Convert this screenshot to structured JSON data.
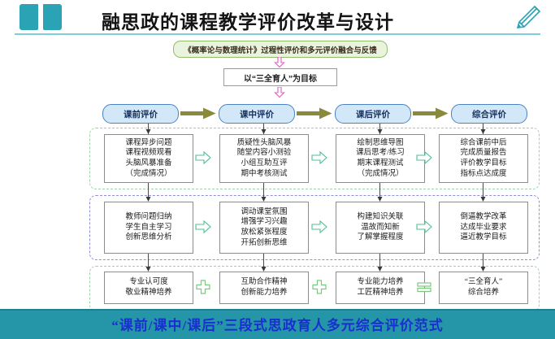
{
  "header": {
    "title": "融思政的课程教学评价改革与设计",
    "book_icon": "open-book-icon",
    "pencil_icon": "pencil-icon",
    "accent_color": "#2aa3b5",
    "rule_color": "#7fcdda"
  },
  "top": {
    "callout_green": "《概率论与数理统计》过程性评价和多元评价融合与反馈",
    "callout_white": "以“三全育人”为目标",
    "arrow_color": "#e05fc0"
  },
  "stages": {
    "items": [
      {
        "label": "课前评价"
      },
      {
        "label": "课中评价"
      },
      {
        "label": "课后评价"
      },
      {
        "label": "综合评价"
      }
    ],
    "arrow_color": "#8a8a3c",
    "pill_fill": "#d2e7f7",
    "pill_border": "#4a82c4"
  },
  "rows": [
    {
      "band_color": "#9fd2ac",
      "connector": "arrow-right",
      "boxes": [
        {
          "lines": [
            "课程异步问题",
            "课程视频观看",
            "头脑风暴准备",
            "（完成情况）"
          ]
        },
        {
          "lines": [
            "质疑性头脑风暴",
            "随堂内容小测验",
            "小组互助互评",
            "期中考核测试"
          ]
        },
        {
          "lines": [
            "绘制思维导图",
            "课后思考/练习",
            "期末课程测试",
            "（完成情况）"
          ]
        },
        {
          "lines": [
            "综合课前中后",
            "完成质量报告",
            "评价教学目标",
            "指标点达成度"
          ]
        }
      ]
    },
    {
      "band_color": "#8e8fd8",
      "connector": "arrow-right",
      "boxes": [
        {
          "lines": [
            "教师问题归纳",
            "学生自主学习",
            "创新思维分析"
          ]
        },
        {
          "lines": [
            "调动课堂氛围",
            "增强学习兴趣",
            "放松紧张程度",
            "开拓创新思维"
          ]
        },
        {
          "lines": [
            "构建知识关联",
            "温故而知新",
            "了解掌握程度"
          ]
        },
        {
          "lines": [
            "倒逼教学改革",
            "达成毕业要求",
            "逼近教学目标"
          ]
        }
      ]
    },
    {
      "band_color": "#9fd2ac",
      "connector": "plus",
      "last_connector": "equals",
      "boxes": [
        {
          "lines": [
            "专业认可度",
            "敬业精神培养"
          ]
        },
        {
          "lines": [
            "互助合作精神",
            "创新能力培养"
          ]
        },
        {
          "lines": [
            "专业能力培养",
            "工匠精神培养"
          ]
        },
        {
          "lines": [
            "“三全育人”",
            "综合培养"
          ]
        }
      ]
    }
  ],
  "footer": {
    "text": "“课前/课中/课后”三段式思政育人多元综合评价范式",
    "background": "#2596a8",
    "text_color": "#1a2fd0"
  }
}
